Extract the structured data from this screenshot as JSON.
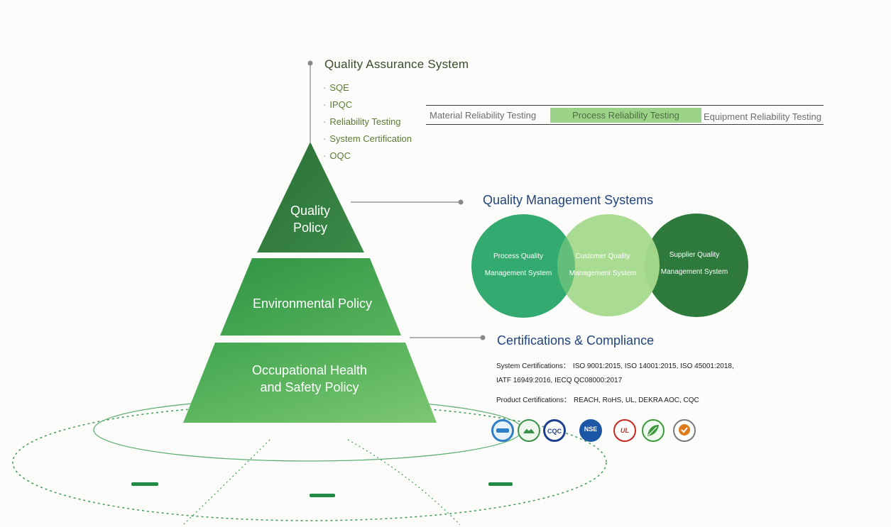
{
  "quality_assurance": {
    "title": "Quality Assurance System",
    "items": [
      "SQE",
      "IPQC",
      "Reliability Testing",
      "System Certification",
      "OQC"
    ]
  },
  "reliability_testing": {
    "items": [
      "Material Reliability Testing",
      "Process Reliability Testing",
      "Equipment Reliability Testing"
    ],
    "highlighted": "Process Reliability Testing"
  },
  "pyramid": {
    "tiers": [
      {
        "line1": "Quality",
        "line2": "Policy"
      },
      {
        "line1": "Environmental Policy"
      },
      {
        "line1": "Occupational Health",
        "line2": "and Safety Policy"
      }
    ]
  },
  "quality_management": {
    "title": "Quality Management Systems",
    "circles": [
      {
        "line1": "Process Quality",
        "line2": "Management System",
        "color": "#22a465"
      },
      {
        "line1": "Customer Quality",
        "line2": "Management System",
        "color": "#a6d98e"
      },
      {
        "line1": "Supplier Quality",
        "line2": "Management System",
        "color": "#2d7a3c"
      }
    ]
  },
  "certifications": {
    "title": "Certifications & Compliance",
    "system_label": "System Certifications：",
    "system_line1": "ISO 9001:2015, ISO 14001:2015, ISO 45001:2018,",
    "system_line2": "IATF 16949:2016, IECQ QC08000:2017",
    "product_label": "Product Certifications：",
    "product_value": "REACH, RoHS, UL, DEKRA AOC, CQC",
    "logos": [
      {
        "icon": "quality-seal-icon",
        "text": "",
        "color": "#2f7fc6"
      },
      {
        "icon": "green-product-icon",
        "text": "",
        "color": "#3c8f4a"
      },
      {
        "icon": "cqc-logo-icon",
        "text": "CQC",
        "color": "#1c3f8f"
      },
      {
        "icon": "nse-logo-icon",
        "text": "NSE",
        "color": "#1c57a5"
      },
      {
        "icon": "ul-logo-icon",
        "text": "UL",
        "color": "#c8261f"
      },
      {
        "icon": "rohs-leaf-icon",
        "text": "",
        "color": "#3c9a3c"
      },
      {
        "icon": "certification-mark-icon",
        "text": "",
        "color": "#e07a1a"
      }
    ]
  },
  "colors": {
    "tier_top": "#327f42",
    "tier_middle": "#3ea14f",
    "tier_bottom": "#56b462",
    "connector": "#777777",
    "heading": "#23457e"
  }
}
